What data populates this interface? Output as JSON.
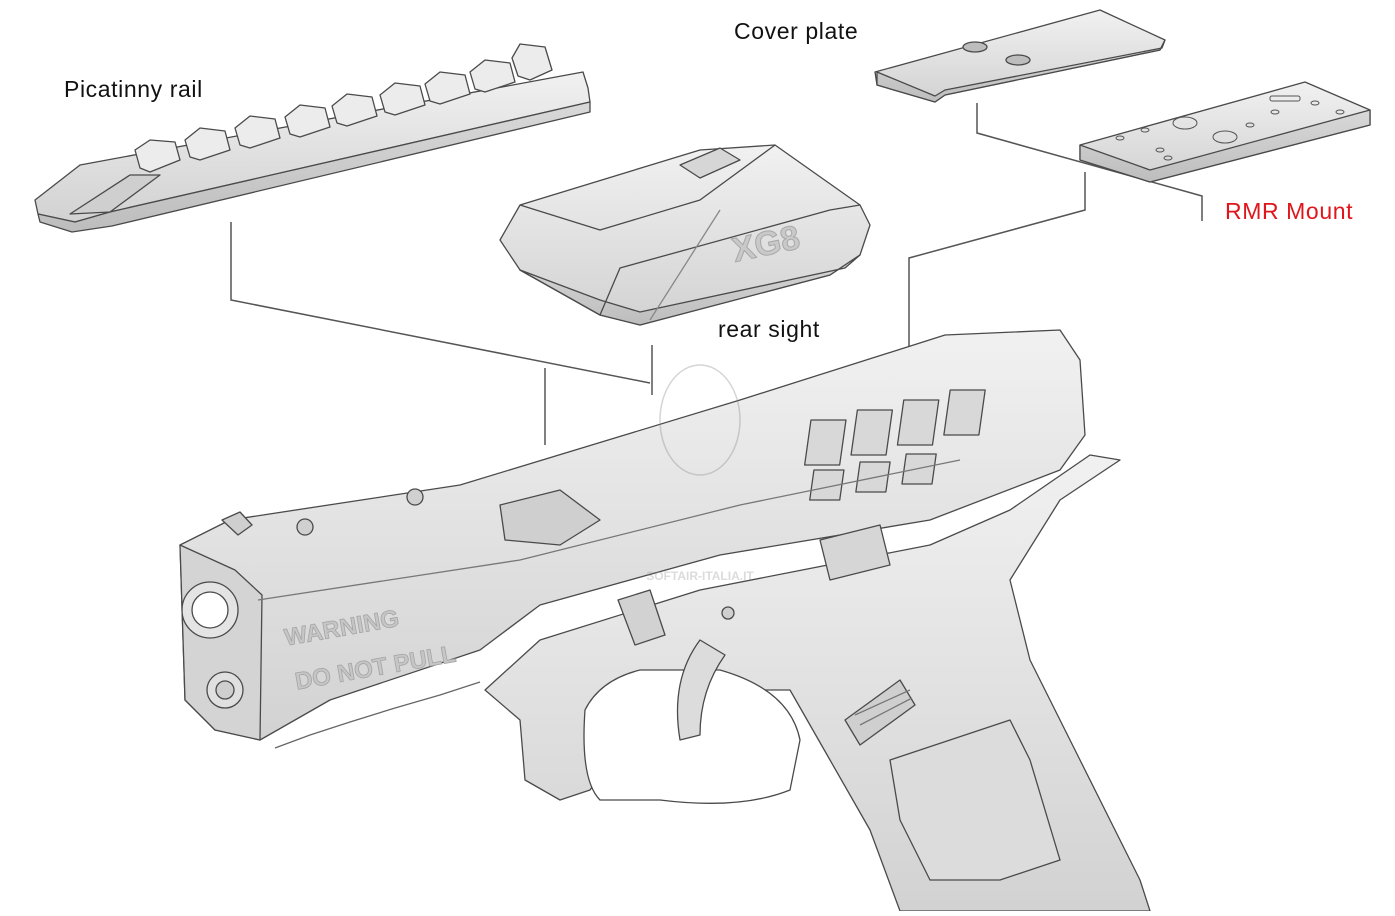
{
  "labels": {
    "picatinny_rail": "Picatinny rail",
    "cover_plate": "Cover plate",
    "rmr_mount": "RMR Mount",
    "rear_sight": "rear sight"
  },
  "markings": {
    "slide_warning_line1": "WARNING",
    "slide_warning_line2": "DO NOT PULL",
    "rear_sight_logo": "XG8",
    "watermark": "SOFTAIR-ITALIA.IT"
  },
  "colors": {
    "label_text": "#111111",
    "rmr_label": "#e0161b",
    "part_fill": "#e6e6e6",
    "part_outline": "#4a4a4a",
    "leader_line": "#555555"
  }
}
